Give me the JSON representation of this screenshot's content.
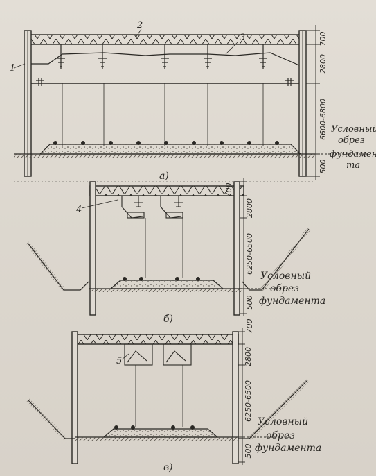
{
  "figure_a": {
    "caption": "а)",
    "callouts": [
      "1",
      "2",
      "3"
    ],
    "dims": [
      "700",
      "2800",
      "6600-6800",
      "500"
    ],
    "foundation_label": [
      "Условный",
      "обрез",
      "фундамен-",
      "та"
    ]
  },
  "figure_b": {
    "caption": "б)",
    "callouts": [
      "4"
    ],
    "dims": [
      "700",
      "2800",
      "6250-6500",
      "500"
    ],
    "foundation_label": [
      "Условный",
      "обрез",
      "фундамента"
    ]
  },
  "figure_c": {
    "caption": "в)",
    "callouts": [
      "5"
    ],
    "dims": [
      "700",
      "2800",
      "6250-6500",
      "500"
    ],
    "foundation_label": [
      "Условный",
      "обрез",
      "фундамента"
    ]
  },
  "colors": {
    "ink": "#2a2824",
    "paper": "#e0dbd3"
  }
}
